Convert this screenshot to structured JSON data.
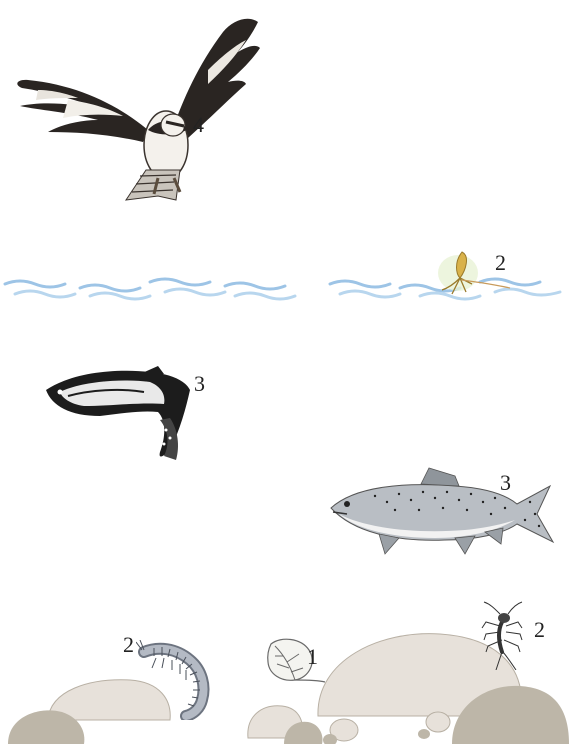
{
  "figure": {
    "labels": {
      "osprey": "4",
      "mayfly_adult": "2",
      "trout_leaping": "3",
      "trout_swimming": "3",
      "scud": "2",
      "leaf": "1",
      "stonefly_nymph": "2"
    },
    "icons": [
      "osprey-icon",
      "mayfly-icon",
      "water-surface",
      "leaping-trout-icon",
      "rainbow-trout-icon",
      "scud-icon",
      "leaf-icon",
      "stonefly-nymph-icon",
      "stream-rocks"
    ],
    "colors": {
      "water": "#9dc4e6",
      "rock_light": "#e7e1da",
      "rock_dark": "#bdb6a8",
      "trout_body": "#b9bec4",
      "mayfly": "#d9b24a",
      "text": "#222222"
    }
  }
}
